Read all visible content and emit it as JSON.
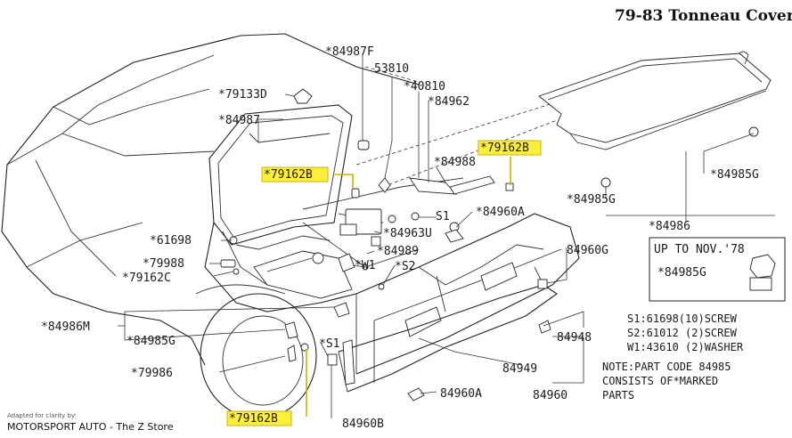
{
  "title": "79-83 Tonneau Cover",
  "labels": {
    "p84987F": "*84987F",
    "p53810": "53810",
    "p40810": "*40810",
    "p79133D": "*79133D",
    "p84962": "*84962",
    "p84987": "*84987",
    "p79162B_top": "*79162B",
    "p79162B_mid": "*79162B",
    "p84988": "*84988",
    "p84985G_right": "*84985G",
    "p84985G_mid": "*84985G",
    "pS1_a": "S1",
    "p84960A_top": "*84960A",
    "p84963U": "*84963U",
    "p84986": "*84986",
    "p61698": "*61698",
    "p84989": "*84989",
    "p84960G": "84960G",
    "p79988": "*79988",
    "pW1": "*W1",
    "pS2": "*S2",
    "p79162C": "*79162C",
    "p84986M": "*84986M",
    "p84985G_left": "*84985G",
    "pS1_b": "*S1",
    "p84948": "84948",
    "p79986": "*79986",
    "p84949": "84949",
    "p84960": "84960",
    "p84960A_bot": "84960A",
    "p79162B_bot": "*79162B",
    "p84960B": "84960B"
  },
  "inset": {
    "header": "UP TO NOV.'78",
    "part": "*84985G"
  },
  "legend": {
    "s1": "S1:61698(10)SCREW",
    "s2": "S2:61012 (2)SCREW",
    "w1": "W1:43610 (2)WASHER"
  },
  "note": {
    "line1": "NOTE:PART CODE 84985",
    "line2": "CONSISTS OF*MARKED",
    "line3": "PARTS"
  },
  "credit": {
    "line1": "Adapted for clarity by:",
    "line2": "MOTORSPORT AUTO - The Z Store"
  },
  "colors": {
    "highlight": "#ffef3a",
    "line": "#333333"
  }
}
